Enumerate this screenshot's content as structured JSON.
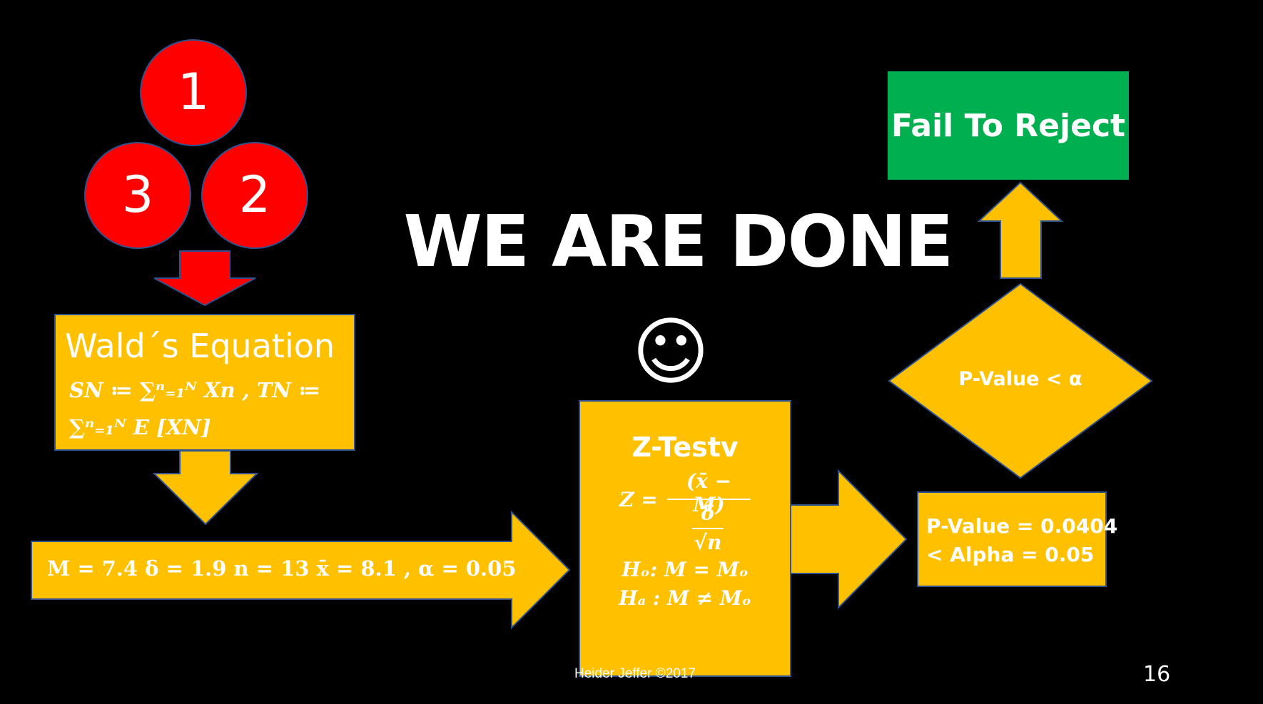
{
  "colors": {
    "background": "#000000",
    "shape_fill": "#ffc000",
    "shape_stroke": "#2f528f",
    "circle_fill": "#ff0000",
    "decision_fill": "#00b050",
    "text": "#ffffff"
  },
  "circles": [
    "1",
    "2",
    "3"
  ],
  "title": "WE ARE DONE",
  "smiley": "☺",
  "wald": {
    "title": "Wald´s Equation",
    "line1": "𝑺𝑵 ≔ ∑ⁿ₌₁ᴺ 𝑿𝒏    ,  𝑻𝑵 ≔",
    "line2": "∑ⁿ₌₁ᴺ 𝑬 [𝑿𝑵]"
  },
  "params": "M = 7.4  δ = 1.9  n = 13  x̄ = 8.1 , α  = 0.05",
  "ztest": {
    "title": "Z-Testv",
    "formula_lhs": "Z =",
    "numerator": "(x̄ − M)",
    "denominator_top": "δ",
    "denominator_bottom": "√n",
    "h0": "Hₒ: M = Mₒ",
    "ha": "Hₐ : M ≠ Mₒ"
  },
  "decision": "P-Value < α",
  "result": {
    "line1": "P-Value = 0.0404",
    "line2": "< Alpha = 0.05"
  },
  "outcome": "Fail To Reject",
  "footer": "Heider Jeffer ©2017",
  "page_number": "16"
}
